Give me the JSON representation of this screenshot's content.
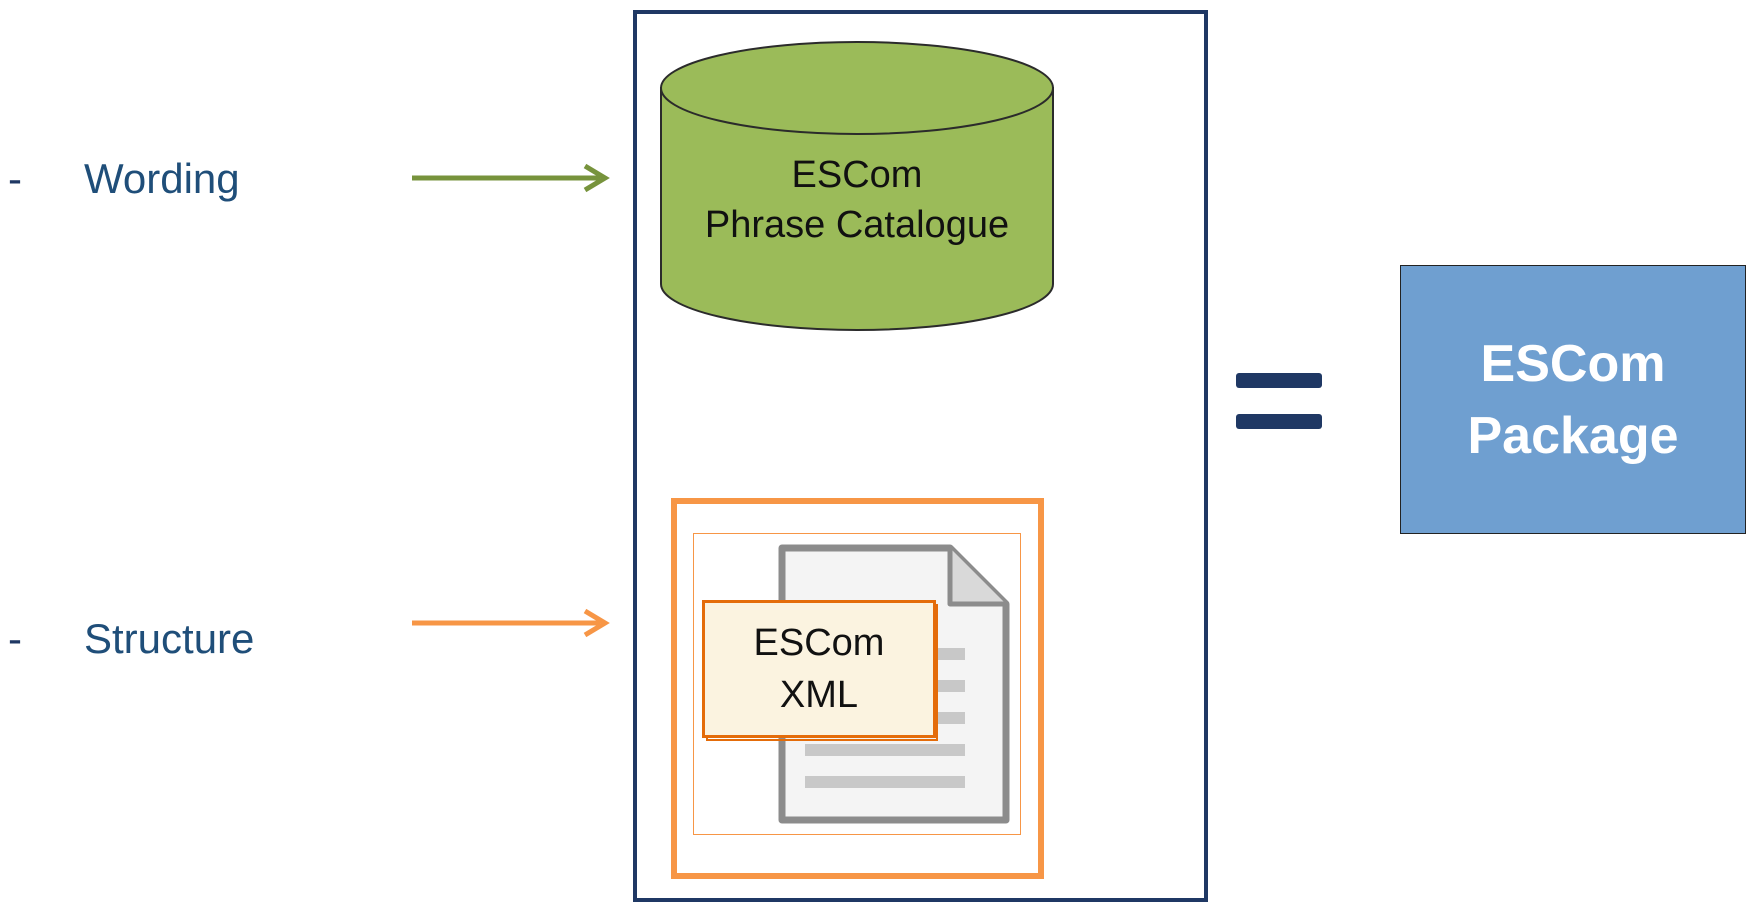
{
  "bullets": [
    {
      "dash": "-",
      "label": "Wording"
    },
    {
      "dash": "-",
      "label": "Structure"
    }
  ],
  "database": {
    "line1": "ESCom",
    "line2": "Phrase Catalogue"
  },
  "xml_doc": {
    "line1": "ESCom",
    "line2": "XML"
  },
  "package": {
    "line1": "ESCom",
    "line2": "Package"
  },
  "colors": {
    "wording_arrow": "#77933c",
    "structure_arrow": "#f79646",
    "database_fill": "#9bbb59",
    "container_border": "#1f3864",
    "package_fill": "#6f9fd0",
    "equals": "#1f3864"
  },
  "icons": {
    "database": "cylinder-database-icon",
    "document": "document-page-icon",
    "equals": "equals-sign-icon"
  }
}
